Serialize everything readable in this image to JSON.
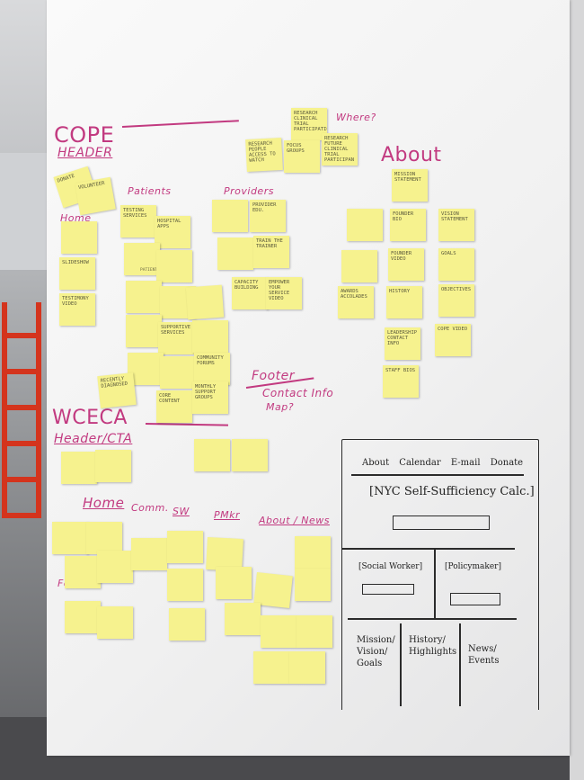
{
  "board": {
    "cope_heading": "COPE",
    "cope_header": "HEADER",
    "where_q": "Where?",
    "about_heading": "About",
    "patients_heading": "Patients",
    "providers_heading": "Providers",
    "home_heading": "Home",
    "footer_label": "Footer",
    "contact_info": "Contact Info",
    "map_q": "Map?",
    "wceca_heading": "WCECA",
    "header_cta": "Header/CTA",
    "wceca_home": "Home",
    "wceca_comm": "Comm.",
    "wceca_sw": "SW",
    "wceca_pmkr": "PMkr",
    "wceca_about": "About / News",
    "wceca_footer": "Footer"
  },
  "wireframe": {
    "nav": [
      "About",
      "Calendar",
      "E-mail",
      "Donate"
    ],
    "title": "NYC Self-Sufficiency Calc.",
    "left_panel": "Social Worker",
    "right_panel": "Policymaker",
    "bottom_1": [
      "Mission/",
      "Vision/",
      "Goals"
    ],
    "bottom_2": [
      "History/",
      "Highlights"
    ],
    "bottom_3": [
      "News/",
      "Events"
    ]
  },
  "notes": {
    "donate": "DONATE",
    "volunteer": "VOLUNTEER",
    "research_clinical": "RESEARCH CLINICAL TRIAL PARTICIPATION",
    "research_future": "RESEARCH FUTURE CLINICAL TRIAL PARTICIPAN",
    "research_people": "RESEARCH PEOPLE ACCESS TO WATCH",
    "focus_groups": "FOCUS GROUPS",
    "mission_statement": "MISSION STATEMENT",
    "testing_services": "TESTING SERVICES",
    "hospital_apps": "HOSPITAL APPS",
    "provider_edu": "PROVIDER EDU.",
    "vision_statement": "VISION STATEMENT",
    "founder_bio": "FOUNDER BIO",
    "goals": "GOALS",
    "founder_video": "FOUNDER VIDEO",
    "objectives": "OBJECTIVES",
    "train_trainer": "TRAIN THE TRAINER",
    "capacity_building": "CAPACITY BUILDING",
    "empower": "EMPOWER YOUR SERVICE VIDEO",
    "history": "HISTORY",
    "cope_video": "COPE VIDEO",
    "leadership": "LEADERSHIP CONTACT INFO",
    "staff_bios": "STAFF BIOS",
    "awards": "AWARDS ACCOLADES",
    "slideshow": "SLIDESHOW",
    "testimony": "TESTIMONY VIDEO",
    "supportive": "SUPPORTIVE SERVICES",
    "recently": "RECENTLY DIAGNOSED",
    "core_content": "CORE CONTENT",
    "community_forums": "COMMUNITY FORUMS",
    "monthly_support": "MONTHLY SUPPORT GROUPS"
  }
}
